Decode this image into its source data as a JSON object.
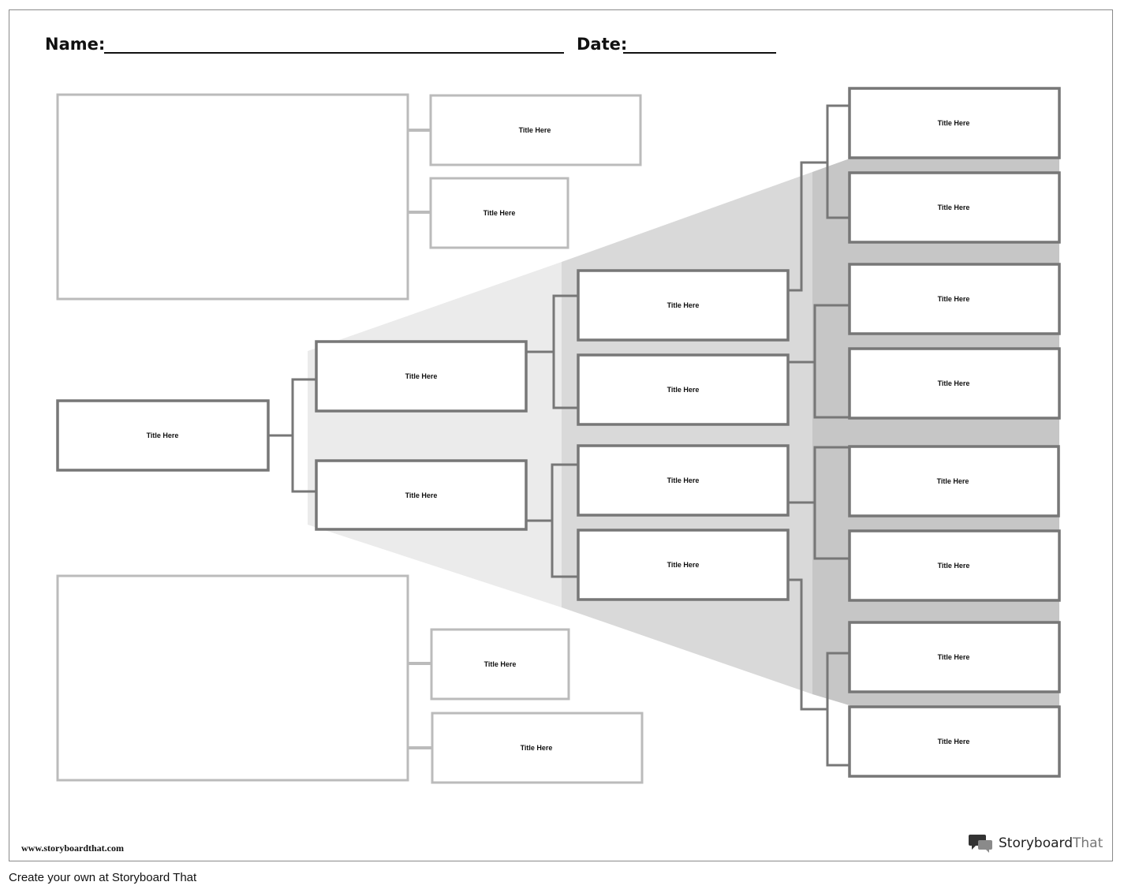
{
  "header": {
    "name_label": "Name:",
    "date_label": "Date:"
  },
  "box_title": "Title Here",
  "boxes": {
    "top_right_1": "Title Here",
    "top_right_2": "Title Here",
    "bottom_right_1": "Title Here",
    "bottom_right_2": "Title Here",
    "root": "Title Here",
    "level1_a": "Title Here",
    "level1_b": "Title Here",
    "level2_a": "Title Here",
    "level2_b": "Title Here",
    "level2_c": "Title Here",
    "level2_d": "Title Here",
    "level3_a": "Title Here",
    "level3_b": "Title Here",
    "level3_c": "Title Here",
    "level3_d": "Title Here",
    "level3_e": "Title Here",
    "level3_f": "Title Here",
    "level3_g": "Title Here",
    "level3_h": "Title Here"
  },
  "footer": {
    "website": "www.storyboardthat.com",
    "brand_part1": "Storyboard",
    "brand_part2": "That",
    "create_text": "Create your own at Storyboard That"
  },
  "colors": {
    "dark_box": "#777777",
    "light_box": "#bbbbbb",
    "band1": "#ebebeb",
    "band2": "#d9d9d9",
    "band3": "#c6c6c6"
  }
}
